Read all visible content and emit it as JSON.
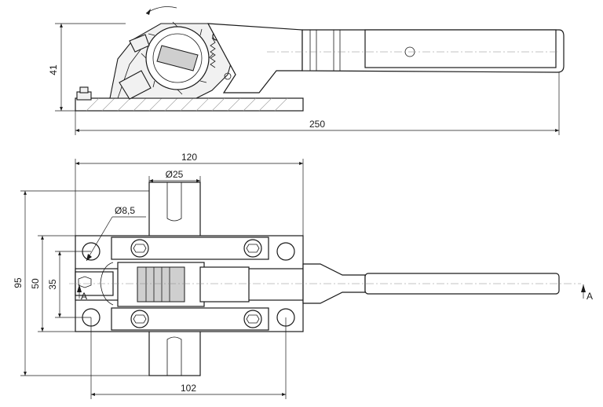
{
  "side_view": {
    "dim_height": "41",
    "dim_length": "250"
  },
  "top_view": {
    "dim_width_top": "120",
    "dim_diameter_25": "Ø25",
    "dim_diameter_8_5": "Ø8,5",
    "dim_height_95": "95",
    "dim_height_50": "50",
    "dim_height_35": "35",
    "dim_width_bottom": "102",
    "section_label_left": "A",
    "section_label_right": "A"
  }
}
